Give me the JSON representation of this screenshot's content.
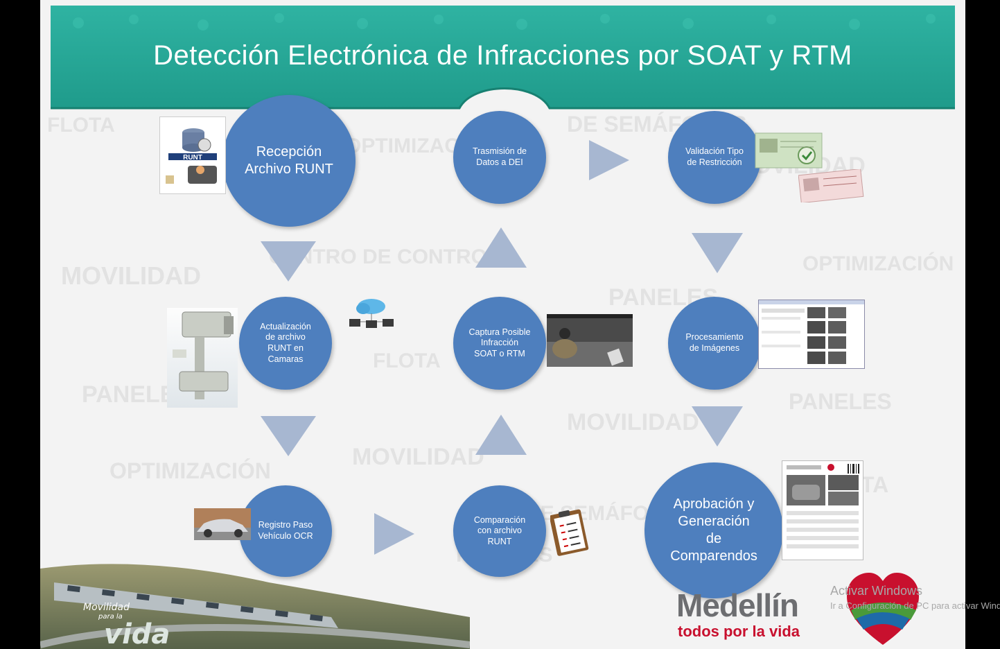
{
  "slide": {
    "title": "Detección Electrónica de Infracciones por SOAT y  RTM",
    "nodes": {
      "recepcion": "Recepción\nArchivo RUNT",
      "actualizacion": "Actualización\nde  archivo\nRUNT en\nCamaras",
      "registro": "Registro Paso\nVehículo OCR",
      "comparacion": "Comparación\ncon archivo\nRUNT",
      "captura": "Captura Posible\nInfracción\nSOAT o RTM",
      "trasmision": "Trasmisión de\nDatos a DEI",
      "validacion": "Validación Tipo\nde Restricción",
      "procesamiento": "Procesamiento\nde Imágenes",
      "aprobacion": "Aprobación y\nGeneración\nde\nComparendos"
    },
    "runt_logo_text": "RUNT",
    "bottom_logo": {
      "line1": "Movilidad",
      "line2": "para la",
      "line3": "vida"
    },
    "medellin_logo": {
      "name": "Medellín",
      "slogan": "todos por la vida"
    }
  },
  "os_overlay": {
    "activate_title": "Activar Windows",
    "activate_sub": "Ir a Configuración de PC para activar Windows."
  },
  "colors": {
    "header_teal": "#27a898",
    "node_blue": "#4e7fbe",
    "arrow_blue": "#a7b7d1",
    "medellin_red": "#c8102e",
    "medellin_gray": "#6d6e71"
  },
  "icons": [
    "runt-database-icon",
    "camera-pole-icon",
    "cloud-network-icon",
    "car-photo-icon",
    "clipboard-checklist-icon",
    "motorcycle-photo-icon",
    "document-restriction-icon",
    "image-processing-screenshot-icon",
    "citation-document-icon",
    "heart-logo-icon"
  ]
}
